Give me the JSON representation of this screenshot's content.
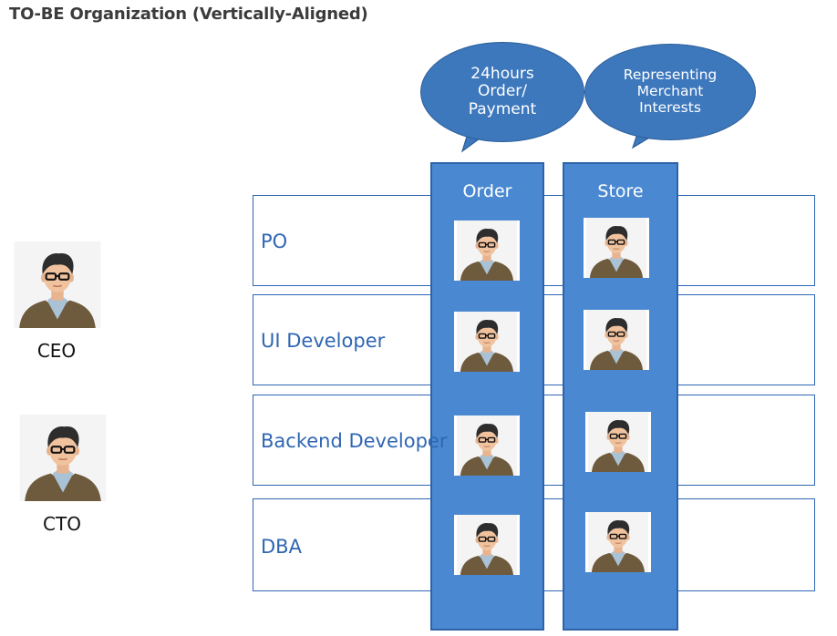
{
  "title": "TO-BE Organization (Vertically-Aligned)",
  "bubbles": [
    {
      "text": "24hours\nOrder/\nPayment"
    },
    {
      "text": "Representing\nMerchant\nInterests"
    }
  ],
  "columns": [
    {
      "label": "Order"
    },
    {
      "label": "Store"
    }
  ],
  "roles": [
    {
      "label": "PO"
    },
    {
      "label": "UI Developer"
    },
    {
      "label": "Backend Developer"
    },
    {
      "label": "DBA"
    }
  ],
  "executives": [
    {
      "label": "CEO"
    },
    {
      "label": "CTO"
    }
  ],
  "colors": {
    "accent": "#4a89d1",
    "bubble": "#3d78bd",
    "row_border": "#2f66b3",
    "role_text": "#2f66b3"
  },
  "icons": {
    "person": "person-avatar-icon"
  }
}
